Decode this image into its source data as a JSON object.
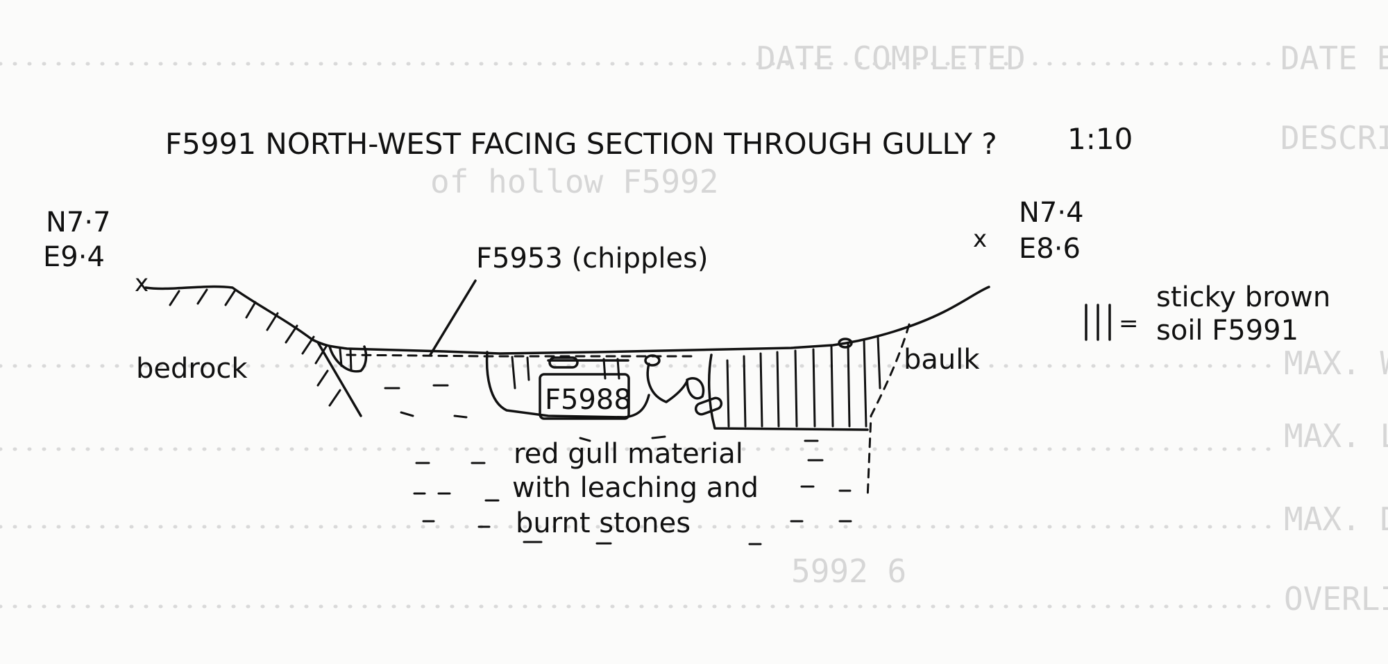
{
  "drawing": {
    "title": "F5991 NORTH-WEST FACING SECTION THROUGH GULLY ?",
    "scale": "1:10",
    "left_point": {
      "marker": "x",
      "north": "N7·7",
      "east": "E9·4"
    },
    "right_point": {
      "marker": "x",
      "north": "N7·4",
      "east": "E8·6"
    },
    "labels": {
      "chipples": "F5953 (chipples)",
      "bedrock": "bedrock",
      "baulk": "baulk",
      "feature": "F5988",
      "gull_line1": "red gull material",
      "gull_line2": "with leaching and",
      "gull_line3": "burnt stones"
    },
    "legend": {
      "symbol": "|||=",
      "line1": "sticky brown",
      "line2": "soil F5991"
    }
  },
  "form_background": {
    "rows": [
      "DATE EXPOSED",
      "DESCRIPTION",
      "MAX. WIDTH AND DIRECTION",
      "MAX. LENGTH AND DIRECTION",
      "MAX. DEPTH BELOW SURFACE",
      "OVERLIES"
    ],
    "date_completed": "DATE COMPLETED",
    "description_note": "of hollow F5992",
    "numbers": "5992   6"
  }
}
